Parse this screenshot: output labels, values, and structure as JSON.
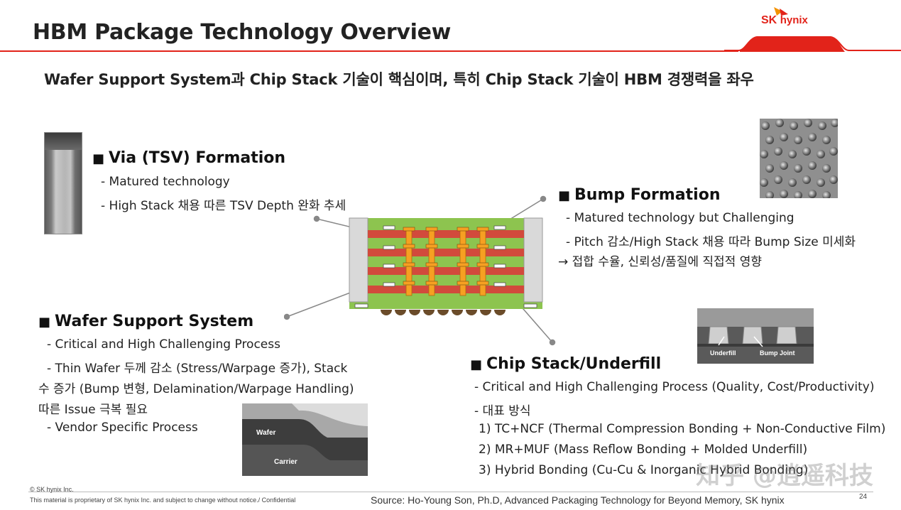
{
  "header": {
    "title": "HBM Package Technology Overview",
    "logo_text_sk": "SK",
    "logo_text_hynix": "hynix",
    "accent_color": "#e2231a"
  },
  "subtitle": "Wafer Support System과 Chip Stack 기술이 핵심이며, 특히 Chip Stack 기술이 HBM 경쟁력을 좌우",
  "sections": {
    "via": {
      "marker": "■",
      "heading": "Via (TSV) Formation",
      "lines": [
        "- Matured technology",
        "- High Stack 채용 따른 TSV Depth 완화 추세"
      ]
    },
    "bump": {
      "marker": "■",
      "heading": "Bump Formation",
      "lines": [
        "- Matured technology but Challenging",
        "- Pitch 감소/High Stack 채용 따라 Bump Size 미세화",
        "→ 접합 수율, 신뢰성/품질에 직접적 영향"
      ]
    },
    "wafer_support": {
      "marker": "■",
      "heading": "Wafer Support System",
      "lines": [
        "- Critical and High Challenging Process",
        "- Thin Wafer 두께 감소 (Stress/Warpage 증가), Stack",
        "수 증가 (Bump 변형, Delamination/Warpage Handling)",
        "따른 Issue 극복 필요",
        "- Vendor Specific Process"
      ]
    },
    "chip_stack": {
      "marker": "■",
      "heading": "Chip Stack/Underfill",
      "lines": [
        "- Critical and High Challenging Process (Quality, Cost/Productivity)",
        "- 대표 방식",
        "1) TC+NCF (Thermal Compression Bonding + Non-Conductive Film)",
        "2) MR+MUF (Mass Reflow Bonding + Molded Underfill)",
        "3) Hybrid Bonding (Cu-Cu & Inorganic Hybrid Bonding)"
      ]
    }
  },
  "images": {
    "sem_labels": {
      "underfill": "Underfill",
      "bump_joint": "Bump Joint"
    },
    "wafer_labels": {
      "wafer": "Wafer",
      "carrier": "Carrier"
    }
  },
  "footer": {
    "copyright": "© SK hynix Inc.",
    "notice": "This material is proprietary of SK hynix Inc. and subject to change without notice./ Confidential",
    "source": "Source: Ho-Young Son, Ph.D, Advanced Packaging Technology for Beyond Memory, SK hynix",
    "page_number": "24",
    "watermark": "知乎 @逍遥科技"
  }
}
